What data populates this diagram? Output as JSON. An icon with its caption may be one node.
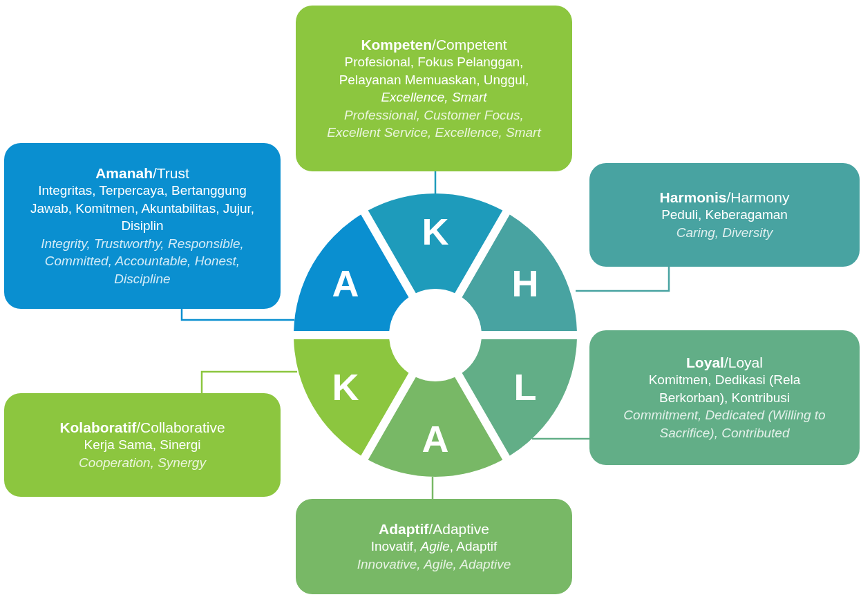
{
  "diagram": {
    "nodes": [
      {
        "text": [
          "**Kompeten**/Competent",
          "Profesional, Fokus Pelanggan, Pelayanan Memuaskan, Unggul, *Excellence, Smart*",
          "Professional, Customer Focus, Excellent Service, Excellence, Smart"
        ]
      },
      {
        "text": [
          "**Amanah**/Trust",
          "Integritas, Terpercaya, Bertanggung Jawab, Komitmen, Akuntabilitas, Jujur, Disiplin",
          "Integrity, Trustworthy, Responsible, Committed, Accountable, Honest, Discipline"
        ]
      },
      {
        "text": [
          "**Harmonis**/Harmony",
          "Peduli, Keberagaman",
          "Caring, Diversity"
        ]
      },
      {
        "text": [
          "**Loyal**/Loyal",
          "Komitmen, Dedikasi (Rela Berkorban), Kontribusi",
          "Commitment, Dedicated (Willing to Sacrifice), Contributed"
        ]
      },
      {
        "text": [
          "**Kolaboratif**/Collaborative",
          "Kerja Sama, Sinergi",
          "Cooperation, Synergy"
        ]
      },
      {
        "text": [
          "**Adaptif**/Adaptive",
          "Inovatif, *Agile*, Adaptif",
          "Innovative, Agile, Adaptive"
        ]
      },
      {
        "text": [
          "A"
        ]
      },
      {
        "text": [
          "K"
        ]
      },
      {
        "text": [
          "H"
        ]
      },
      {
        "text": [
          "K"
        ]
      },
      {
        "text": [
          "A"
        ]
      },
      {
        "text": [
          "L"
        ]
      }
    ],
    "edges": [
      {
        "from": 0,
        "to": 7,
        "arrow": "none",
        "color": "#1e9bbb"
      },
      {
        "from": 1,
        "to": 6,
        "arrow": "none",
        "color": "#0a8fd0"
      },
      {
        "from": 2,
        "to": 8,
        "arrow": "none",
        "color": "#48a3a1"
      },
      {
        "from": 3,
        "to": 11,
        "arrow": "none",
        "color": "#62ae87"
      },
      {
        "from": 4,
        "to": 9,
        "arrow": "none",
        "color": "#8cc63f"
      },
      {
        "from": 5,
        "to": 10,
        "arrow": "none",
        "color": "#78b866"
      }
    ]
  }
}
